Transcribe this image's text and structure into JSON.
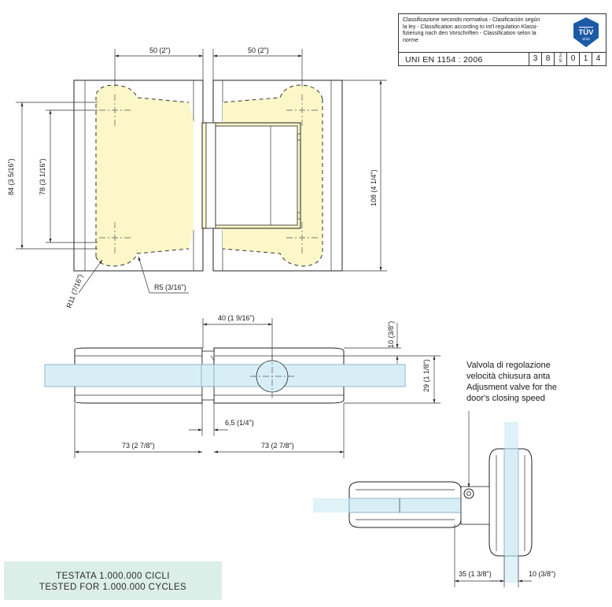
{
  "classification": {
    "description": "Classificazione secondo normativa - Clasificación según la ley - Classification according to int'l regulation Klassifizierung nach den Vorschriften - Classification selon la norme",
    "description_lines": [
      "Classificazione secondo normativa - Clasificación según",
      "la ley - Classification according to int'l regulation Klassi-",
      "fizierung nach den Vorschriften - Classification selon la",
      "norme"
    ],
    "norm": "UNI  EN  1154 : 2006",
    "codes": [
      "3",
      "8",
      "2/5",
      "0",
      "1",
      "4"
    ],
    "code_frac_top": "2",
    "code_frac_bottom": "5",
    "logo_text": "TÜV",
    "logo_subtext": "SÜD"
  },
  "top_view": {
    "dim_left_width": "50 (2\")",
    "dim_right_width": "50 (2\")",
    "dim_outer_height": "84 (3  5/16\")",
    "dim_inner_height": "78 (3 1/16\")",
    "dim_right_height": "108 (4  1/4\")",
    "radius_large": "R11 (7/16\")",
    "radius_small": "R5 (3/16\")"
  },
  "side_view": {
    "dim_center": "40 (1  9/16\")",
    "dim_top": "10 (3/8\")",
    "dim_height": "29 (1  1/8\")",
    "dim_gap": "6,5 (1/4\")",
    "dim_left_length": "73 (2  7/8\")",
    "dim_right_length": "73 (2  7/8\")"
  },
  "valve_note": {
    "lines": [
      "Valvola di regolazione",
      "velocità chiusura anta",
      "Adjusment valve for the",
      "door's closing speed"
    ]
  },
  "detail_view": {
    "dim_width": "35 (1 3/8\")",
    "dim_thickness": "10 (3/8\")"
  },
  "test": {
    "line_it": "TESTATA 1.000.000 CICLI",
    "line_en": "TESTED FOR 1.000.000 CYCLES"
  }
}
